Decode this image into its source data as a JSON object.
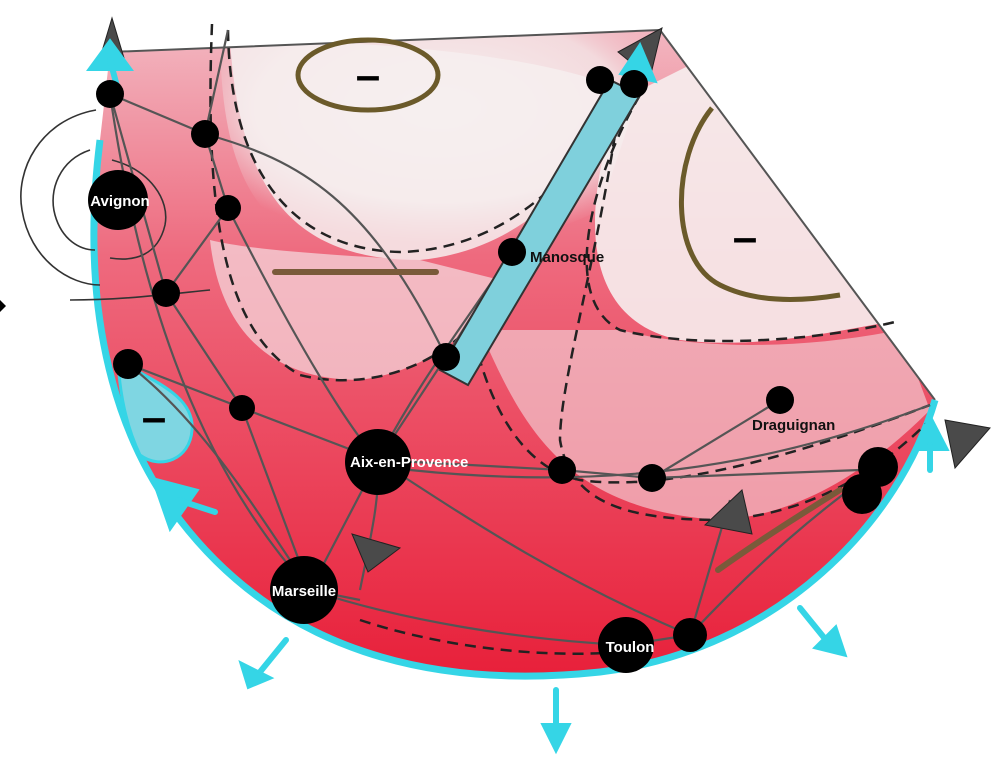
{
  "colors": {
    "core": "#e8203a",
    "periphery": "#f7f2f2",
    "coast": "#35d5e6",
    "arrow_dark": "#4a4a4a",
    "axis_fill": "#7fd0dc",
    "minus_ring": "#6b5a2a",
    "barrier": "#7a5a3a",
    "node": "#000000"
  },
  "cities": [
    {
      "id": "avignon",
      "label": "Avignon"
    },
    {
      "id": "manosque",
      "label": "Manosque"
    },
    {
      "id": "draguignan",
      "label": "Draguignan"
    },
    {
      "id": "aix",
      "label": "Aix-en-Provence"
    },
    {
      "id": "marseille",
      "label": "Marseille"
    },
    {
      "id": "toulon",
      "label": "Toulon"
    }
  ],
  "minus_zones": [
    {
      "id": "north",
      "symbol": "–"
    },
    {
      "id": "east",
      "symbol": "–"
    },
    {
      "id": "west",
      "symbol": "–"
    }
  ],
  "icons": {
    "outflow_arrow": "outflow-arrow-icon",
    "inflow_arrow": "inflow-arrow-icon",
    "node": "city-node-icon"
  }
}
